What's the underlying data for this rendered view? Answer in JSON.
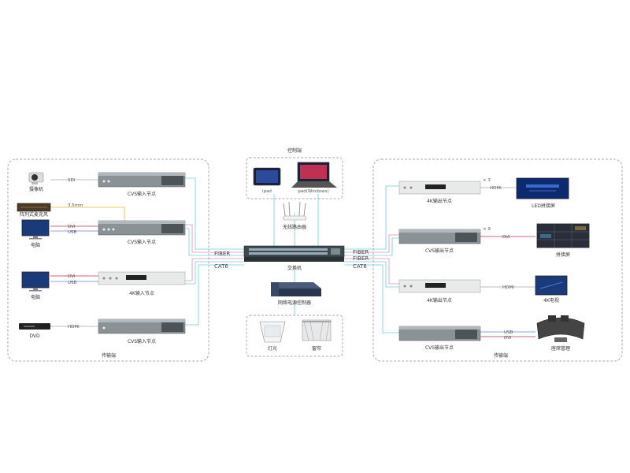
{
  "regions": {
    "left": "传输端",
    "right": "传输端",
    "control": "控制端"
  },
  "sources": [
    {
      "label": "摄像机",
      "icon": "camera-icon"
    },
    {
      "label": "阵列式麦克风",
      "icon": "microphone-array-icon"
    },
    {
      "label": "电脑",
      "icon": "computer-monitor-icon"
    },
    {
      "label": "电脑",
      "icon": "computer-monitor-icon"
    },
    {
      "label": "DVD",
      "icon": "dvd-player-icon"
    }
  ],
  "input_nodes": [
    "CVS输入节点",
    "CVS输入节点",
    "4K输入节点",
    "CVS输入节点"
  ],
  "output_nodes": [
    "4K输出节点",
    "CVS输出节点",
    "4K输出节点",
    "CVS输出节点"
  ],
  "displays": [
    {
      "label": "LED拼接屏",
      "icon": "led-screen-icon",
      "count": "× 3"
    },
    {
      "label": "拼接屏",
      "icon": "video-wall-icon",
      "count": "× 9"
    },
    {
      "label": "4K电视",
      "icon": "tv-icon",
      "count": ""
    },
    {
      "label": "座席管理",
      "icon": "operator-desk-icon",
      "count": ""
    }
  ],
  "link_labels": {
    "sdi": "SDI",
    "mm35": "3.5mm",
    "dvi": "DVI",
    "usb": "USB",
    "hdmi": "HDMI",
    "fiber": "FIBER",
    "cat6": "CAT6"
  },
  "control": {
    "ipad": "ipad",
    "pad": "pad(Windows)"
  },
  "center": {
    "router": "无线路由器",
    "switch": "交换机",
    "power": "网络电源控制器",
    "light": "灯光",
    "curtain": "窗帘"
  },
  "colors": {
    "fiber": "#e68ab5",
    "cat6": "#6ecbe0",
    "dvi": "#c8324a",
    "usb": "#5a8fd6",
    "mm35": "#e0c020"
  }
}
